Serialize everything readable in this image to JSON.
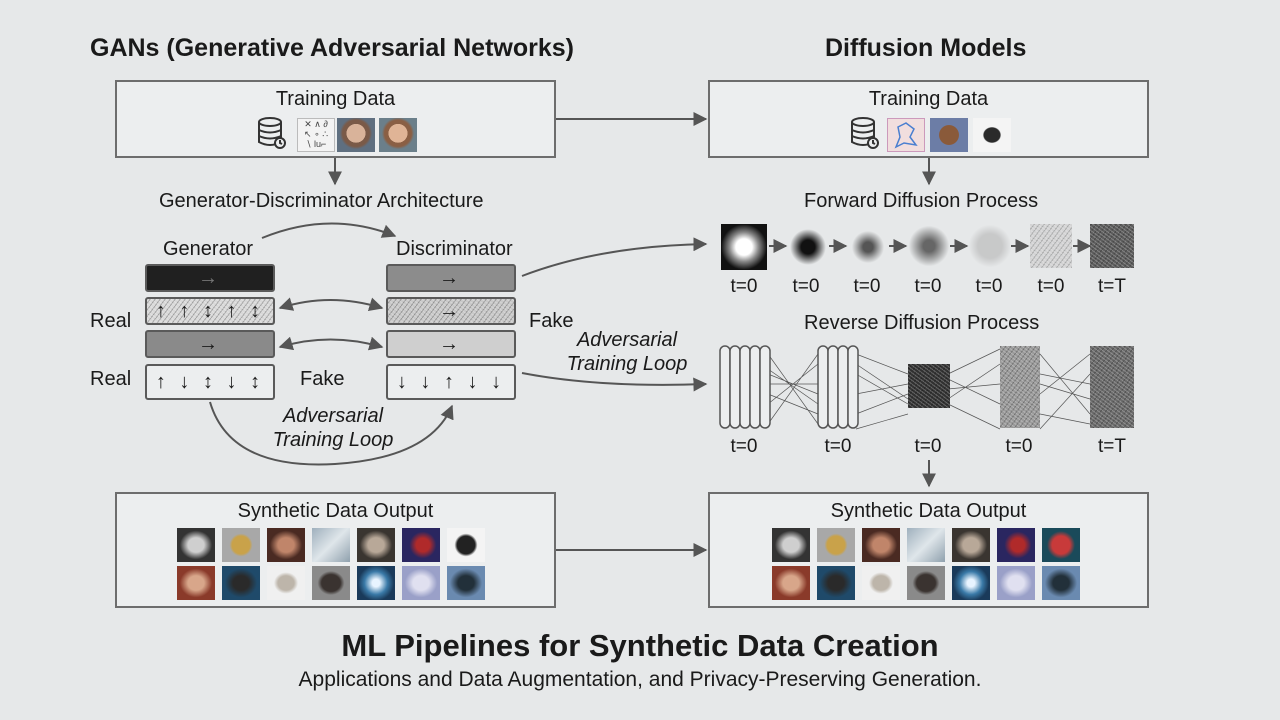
{
  "gan": {
    "heading": "GANs (Generative Adversarial Networks)",
    "training_data": "Training Data",
    "architecture_title": "Generator-Discriminator Architecture",
    "generator_label": "Generator",
    "discriminator_label": "Discriminator",
    "real_label_1": "Real",
    "real_label_2": "Real",
    "fake_label_1": "Fake",
    "fake_label_2": "Fake",
    "adversarial_loop": [
      "Adversarial",
      "Training Loop"
    ],
    "output_title": "Synthetic Data Output",
    "gen_layer_2": "↑ ↑ ↕ ↑ ↕",
    "gen_layer_4": "↑ ↓ ↕ ↓ ↕",
    "disc_layer_4": "↓ ↓ ↑ ↓ ↓"
  },
  "diffusion": {
    "heading": "Diffusion Models",
    "training_data": "Training Data",
    "forward_title": "Forward Diffusion Process",
    "reverse_title": "Reverse Diffusion Process",
    "forward_steps": [
      "t=0",
      "t=0",
      "t=0",
      "t=0",
      "t=0",
      "t=0",
      "t=T"
    ],
    "reverse_steps": [
      "t=0",
      "t=0",
      "t=0",
      "t=0",
      "t=T"
    ],
    "adversarial_loop": [
      "Adversarial",
      "Training Loop"
    ],
    "output_title": "Synthetic Data Output"
  },
  "footer": {
    "title": "ML Pipelines for Synthetic Data Creation",
    "subtitle": "Applications and Data Augmentation, and Privacy-Preserving Generation."
  },
  "colors": {
    "background": "#e6e8e9",
    "border": "#6d6d6d",
    "arrow": "#555555"
  }
}
